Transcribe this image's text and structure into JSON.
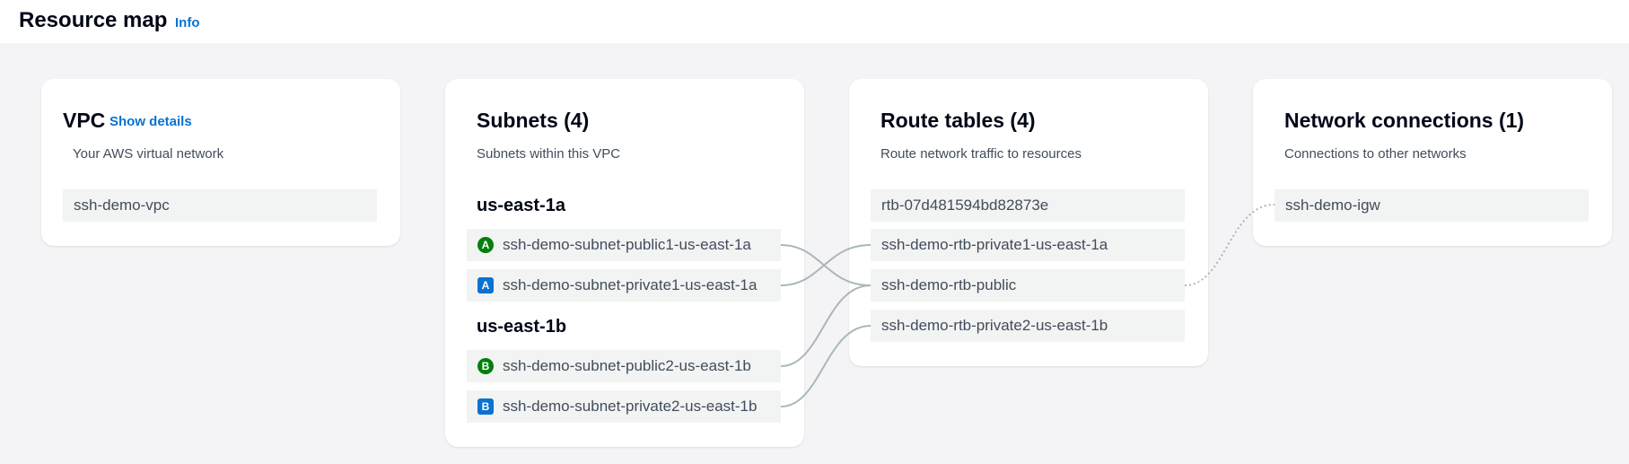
{
  "header": {
    "title": "Resource map",
    "info_link": "Info"
  },
  "vpc": {
    "title": "VPC",
    "show_details": "Show details",
    "description": "Your AWS virtual network",
    "items": [
      "ssh-demo-vpc"
    ]
  },
  "subnets": {
    "title": "Subnets (4)",
    "description": "Subnets within this VPC",
    "zones": [
      {
        "name": "us-east-1a",
        "items": [
          {
            "badge": "A",
            "type": "public",
            "label": "ssh-demo-subnet-public1-us-east-1a"
          },
          {
            "badge": "A",
            "type": "private",
            "label": "ssh-demo-subnet-private1-us-east-1a"
          }
        ]
      },
      {
        "name": "us-east-1b",
        "items": [
          {
            "badge": "B",
            "type": "public",
            "label": "ssh-demo-subnet-public2-us-east-1b"
          },
          {
            "badge": "B",
            "type": "private",
            "label": "ssh-demo-subnet-private2-us-east-1b"
          }
        ]
      }
    ]
  },
  "route_tables": {
    "title": "Route tables (4)",
    "description": "Route network traffic to resources",
    "items": [
      "rtb-07d481594bd82873e",
      "ssh-demo-rtb-private1-us-east-1a",
      "ssh-demo-rtb-public",
      "ssh-demo-rtb-private2-us-east-1b"
    ]
  },
  "network_connections": {
    "title": "Network connections (1)",
    "description": "Connections to other networks",
    "items": [
      "ssh-demo-igw"
    ]
  },
  "colors": {
    "public_badge": "#037f0c",
    "private_badge": "#0972d3",
    "link": "#0972d3",
    "connector": "#aab7b8"
  }
}
